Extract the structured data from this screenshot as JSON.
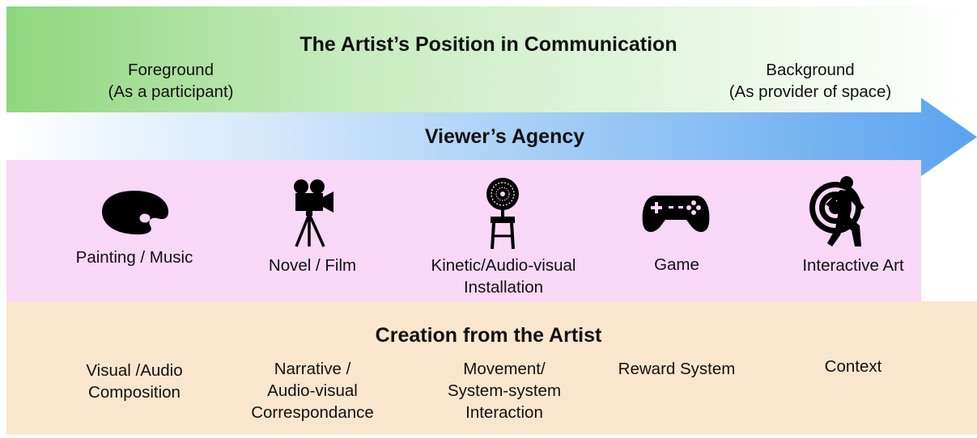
{
  "header": {
    "title": "The Artist’s Position in Communication",
    "left_label_line1": "Foreground",
    "left_label_line2": "(As a participant)",
    "right_label_line1": "Background",
    "right_label_line2": "(As provider of space)"
  },
  "arrow": {
    "label": "Viewer’s Agency",
    "colors": [
      "#ffffff",
      "#b6d8f7",
      "#5aa3f0"
    ]
  },
  "media": [
    {
      "icon": "palette-icon",
      "label": "Painting / Music"
    },
    {
      "icon": "film-camera-icon",
      "label": "Novel / Film"
    },
    {
      "icon": "kinetic-sculpture-icon",
      "label_line1": "Kinetic/Audio-visual",
      "label_line2": "Installation"
    },
    {
      "icon": "gamepad-icon",
      "label": "Game"
    },
    {
      "icon": "interactive-person-icon",
      "label": "Interactive Art"
    }
  ],
  "creation": {
    "title": "Creation from the Artist",
    "items": [
      {
        "lines": [
          "Visual /Audio",
          "Composition"
        ]
      },
      {
        "lines": [
          "Narrative /",
          "Audio-visual",
          "Correspondance"
        ]
      },
      {
        "lines": [
          "Movement/",
          "System-system",
          "Interaction"
        ]
      },
      {
        "lines": [
          "Reward System"
        ]
      },
      {
        "lines": [
          "Context"
        ]
      }
    ]
  },
  "colors": {
    "green_band": "#8fd67e",
    "pink_band": "#f8d7f7",
    "tan_band": "#fae6cc",
    "arrow_blue": "#5aa3f0"
  }
}
